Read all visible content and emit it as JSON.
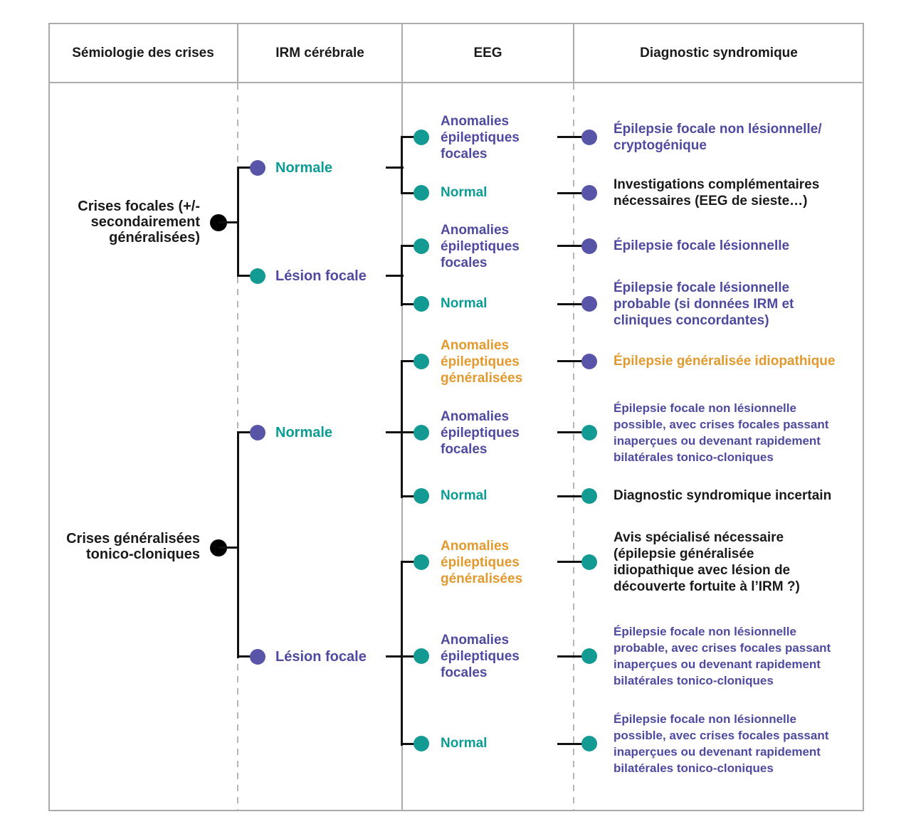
{
  "figure": {
    "type": "decision-tree-diagram",
    "language": "fr",
    "topic": "Orientation diagnostique des épilepsies"
  },
  "palette": {
    "purple_text": "#4f4aa0",
    "purple_dot": "#5854a7",
    "teal": "#129a93",
    "orange": "#e2992e",
    "black": "#1a1a1a",
    "border_gray": "#acacac",
    "dash_gray": "#b6b6b6",
    "line_black": "#111111"
  },
  "header": {
    "col1": "Sémiologie des crises",
    "col2": "IRM cérébrale",
    "col3": "EEG",
    "col4": "Diagnostic syndromique"
  },
  "semiology": {
    "focal": "Crises focales (+/-\nsecondairement\ngénéralisées)",
    "generalized": "Crises généralisées\ntonico-cloniques"
  },
  "mri": {
    "normal1": "Normale",
    "lesion1": "Lésion focale",
    "normal2": "Normale",
    "lesion2": "Lésion focale"
  },
  "rows": [
    {
      "eeg": "Anomalies\népileptiques\nfocales",
      "eeg_color": "purple",
      "eeg_dot": "teal",
      "diagnosis": "Épilepsie focale non lésionnelle/\ncryptogénique",
      "diag_color": "purple",
      "diag_dot": "purple"
    },
    {
      "eeg": "Normal",
      "eeg_color": "teal",
      "eeg_dot": "teal",
      "diagnosis": "Investigations complémentaires\nnécessaires (EEG de sieste…)",
      "diag_color": "black",
      "diag_dot": "purple"
    },
    {
      "eeg": "Anomalies\népileptiques\nfocales",
      "eeg_color": "purple",
      "eeg_dot": "teal",
      "diagnosis": "Épilepsie focale lésionnelle",
      "diag_color": "purple",
      "diag_dot": "purple"
    },
    {
      "eeg": "Normal",
      "eeg_color": "teal",
      "eeg_dot": "teal",
      "diagnosis": "Épilepsie focale lésionnelle\nprobable (si données IRM et\ncliniques concordantes)",
      "diag_color": "purple",
      "diag_dot": "purple"
    },
    {
      "eeg": "Anomalies\népileptiques\ngénéralisées",
      "eeg_color": "orange",
      "eeg_dot": "teal",
      "diagnosis": "Épilepsie généralisée idiopathique",
      "diag_color": "orange",
      "diag_dot": "purple"
    },
    {
      "eeg": "Anomalies\népileptiques\nfocales",
      "eeg_color": "purple",
      "eeg_dot": "teal",
      "diagnosis": "Épilepsie focale non lésionnelle\npossible, avec crises focales passant\ninaperçues ou devenant rapidement\nbilatérales tonico-cloniques",
      "diag_color": "purple",
      "diag_dot": "teal"
    },
    {
      "eeg": "Normal",
      "eeg_color": "teal",
      "eeg_dot": "teal",
      "diagnosis": "Diagnostic syndromique incertain",
      "diag_color": "black",
      "diag_dot": "teal"
    },
    {
      "eeg": "Anomalies\népileptiques\ngénéralisées",
      "eeg_color": "orange",
      "eeg_dot": "teal",
      "diagnosis": "Avis spécialisé nécessaire\n(épilepsie généralisée\nidiopathique avec lésion de\ndécouverte fortuite à l’IRM ?)",
      "diag_color": "black",
      "diag_dot": "teal"
    },
    {
      "eeg": "Anomalies\népileptiques\nfocales",
      "eeg_color": "purple",
      "eeg_dot": "teal",
      "diagnosis": "Épilepsie focale non lésionnelle\nprobable, avec crises focales passant\ninaperçues ou devenant rapidement\nbilatérales tonico-cloniques",
      "diag_color": "purple",
      "diag_dot": "teal"
    },
    {
      "eeg": "Normal",
      "eeg_color": "teal",
      "eeg_dot": "teal",
      "diagnosis": "Épilepsie focale non lésionnelle\npossible, avec crises focales passant\ninaperçues ou devenant rapidement\nbilatérales tonico-cloniques",
      "diag_color": "purple",
      "diag_dot": "teal"
    }
  ]
}
